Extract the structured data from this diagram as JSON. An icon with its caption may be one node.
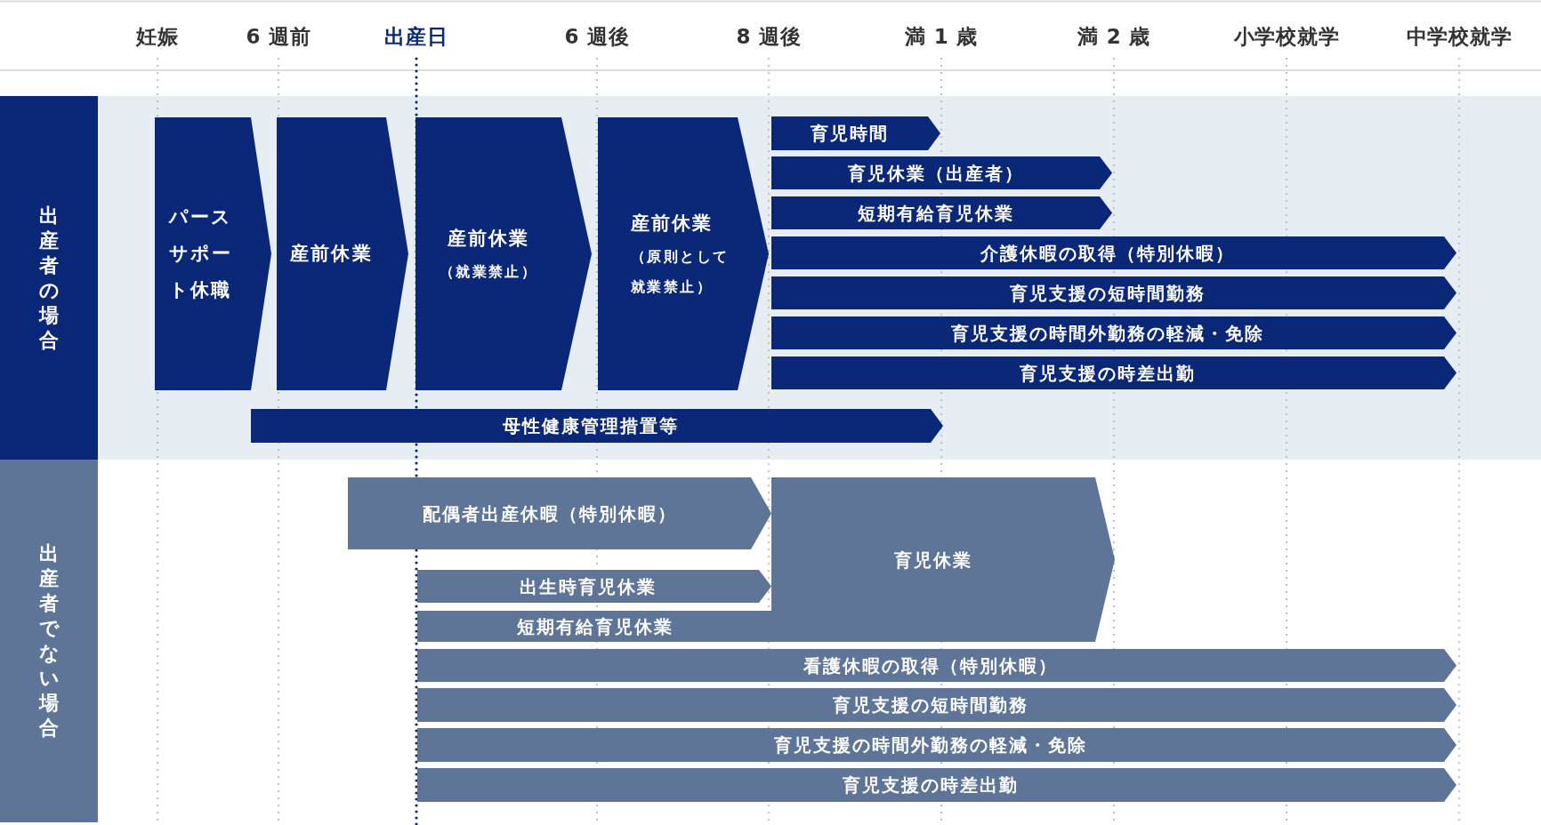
{
  "diagram": {
    "nodes": [
      {
        "text": [
          "出産者の場合"
        ]
      },
      {
        "text": [
          "パースサポート休職"
        ]
      },
      {
        "text": [
          "産前休業"
        ]
      },
      {
        "text": [
          "産前休業",
          "（就業禁止）"
        ]
      },
      {
        "text": [
          "産前休業",
          "（原則として就業禁止）"
        ]
      },
      {
        "text": [
          "育児時間"
        ]
      },
      {
        "text": [
          "育児休業（出産者）"
        ]
      },
      {
        "text": [
          "短期有給育児休業"
        ]
      },
      {
        "text": [
          "介護休暇の取得（特別休暇）"
        ]
      },
      {
        "text": [
          "育児支援の短時間勤務"
        ]
      },
      {
        "text": [
          "育児支援の時間外勤務の軽減・免除"
        ]
      },
      {
        "text": [
          "育児支援の時差出勤"
        ]
      },
      {
        "text": [
          "母性健康管理措置等"
        ]
      },
      {
        "text": [
          "出産者でない場合"
        ]
      },
      {
        "text": [
          "配偶者出産休暇（特別休暇）"
        ]
      },
      {
        "text": [
          "育児休業"
        ]
      },
      {
        "text": [
          "出生時育児休業"
        ]
      },
      {
        "text": [
          "短期有給育児休業"
        ]
      },
      {
        "text": [
          "看護休暇の取得（特別休暇）"
        ]
      },
      {
        "text": [
          "育児支援の短時間勤務"
        ]
      },
      {
        "text": [
          "育児支援の時間外勤務の軽減・免除"
        ]
      },
      {
        "text": [
          "育児支援の時差出勤"
        ]
      }
    ],
    "labels": [
      "妊娠",
      "6 週前",
      "出産日",
      "6 週後",
      "8 週後",
      "満 1 歳",
      "満 2 歳",
      "小学校就学",
      "中学校就学"
    ]
  }
}
